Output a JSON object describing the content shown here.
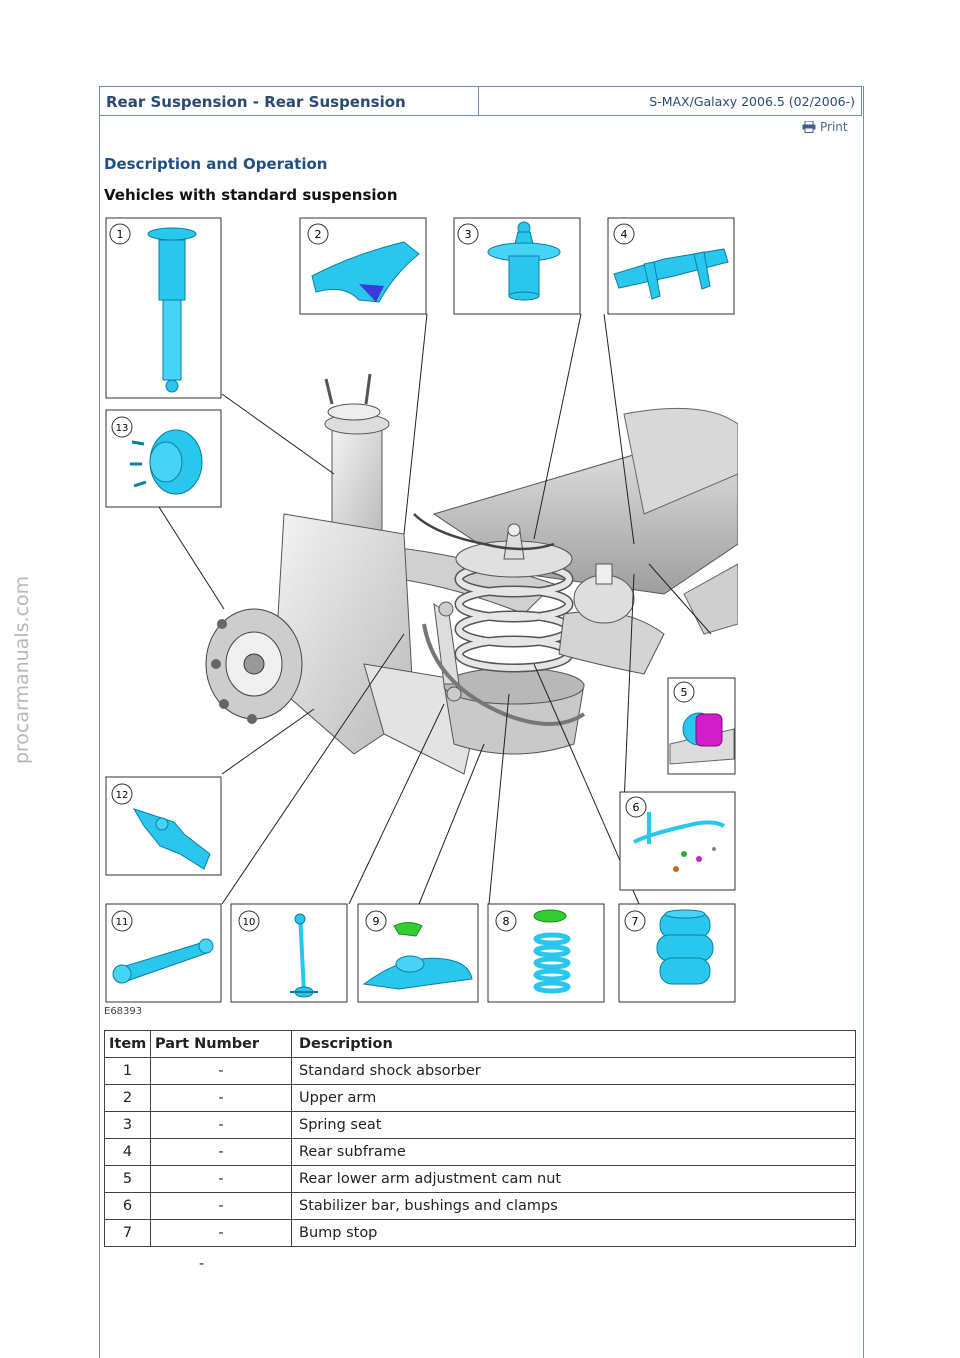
{
  "watermark": "procarmanuals.com",
  "header": {
    "title": "Rear Suspension - Rear Suspension",
    "model": "S-MAX/Galaxy 2006.5 (02/2006-)"
  },
  "print_label": "Print",
  "section_title": "Description and Operation",
  "sub_title": "Vehicles with standard suspension",
  "diagram": {
    "code": "E68393",
    "callouts": [
      "1",
      "2",
      "3",
      "4",
      "5",
      "6",
      "7",
      "8",
      "9",
      "10",
      "11",
      "12",
      "13"
    ]
  },
  "table": {
    "headers": [
      "Item",
      "Part Number",
      "Description"
    ],
    "rows": [
      {
        "item": "1",
        "part": "-",
        "desc": "Standard shock absorber"
      },
      {
        "item": "2",
        "part": "-",
        "desc": "Upper arm"
      },
      {
        "item": "3",
        "part": "-",
        "desc": "Spring seat"
      },
      {
        "item": "4",
        "part": "-",
        "desc": "Rear subframe"
      },
      {
        "item": "5",
        "part": "-",
        "desc": "Rear lower arm adjustment cam nut"
      },
      {
        "item": "6",
        "part": "-",
        "desc": "Stabilizer bar, bushings and clamps"
      },
      {
        "item": "7",
        "part": "-",
        "desc": "Bump stop"
      }
    ],
    "trailing_part": "-"
  },
  "colors": {
    "part_blue": "#29c7ee",
    "magenta": "#d01ec8",
    "green": "#33cc33",
    "frame": "#6c8fb4"
  }
}
